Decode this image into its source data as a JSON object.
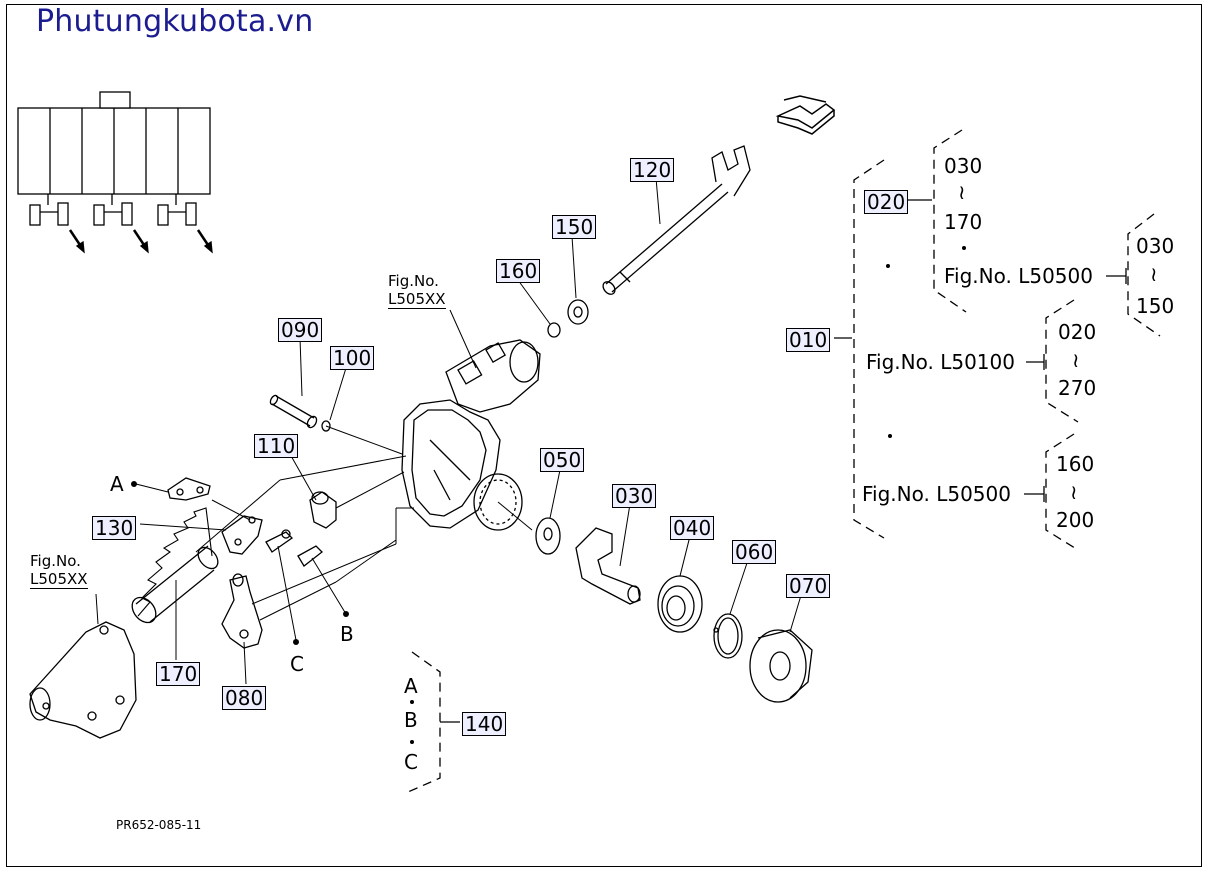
{
  "site": {
    "title": "Phutungkubota.vn"
  },
  "code": "PR652-085-11",
  "fig_ref": {
    "line1": "Fig.No.",
    "line2": "L505XX"
  },
  "letters": {
    "a": "A",
    "b": "B",
    "c": "C"
  },
  "parts": {
    "p010": "010",
    "p020": "020",
    "p030": "030",
    "p040": "040",
    "p050": "050",
    "p060": "060",
    "p070": "070",
    "p080": "080",
    "p090": "090",
    "p100": "100",
    "p110": "110",
    "p120": "120",
    "p130": "130",
    "p140": "140",
    "p150": "150",
    "p160": "160",
    "p170": "170"
  },
  "legend": {
    "g020_from": "030",
    "g020_to": "170",
    "fig_a": "Fig.No. L50500",
    "ga_from": "030",
    "ga_to": "150",
    "fig_b": "Fig.No. L50100",
    "gb_from": "020",
    "gb_to": "270",
    "fig_c": "Fig.No. L50500",
    "gc_from": "160",
    "gc_to": "200",
    "tilde": "≀"
  }
}
